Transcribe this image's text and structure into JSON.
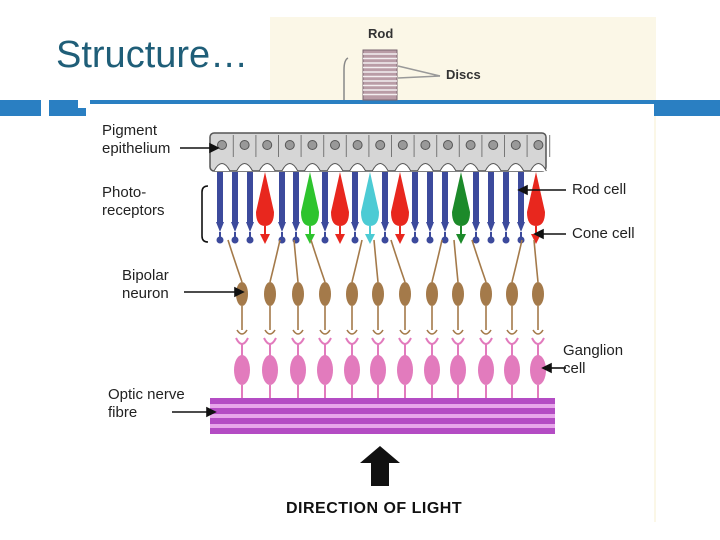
{
  "slide": {
    "title": "Structure…"
  },
  "diagram": {
    "inset": {
      "rod_label": "Rod",
      "discs_label": "Discs"
    },
    "labels": {
      "pigment_epithelium": "Pigment\nepithelium",
      "photoreceptors": "Photo-\nreceptors",
      "bipolar_neuron": "Bipolar\nneuron",
      "optic_nerve_fibre": "Optic nerve\nfibre",
      "rod_cell": "Rod cell",
      "cone_cell": "Cone cell",
      "ganglion_cell": "Ganglion\ncell",
      "direction_of_light": "DIRECTION OF LIGHT"
    },
    "colors": {
      "rod": "#3c4a9c",
      "cone_red": "#e8271e",
      "cone_green": "#2ec42e",
      "cone_dark_green": "#1c8a2a",
      "cone_cyan": "#4ccbd4",
      "bipolar": "#a47a4a",
      "ganglion": "#e27bbd",
      "nerve_fibre": "#b44cc4",
      "epithelium": "#d6d6d6",
      "accent_rule": "#2a7fc2",
      "title": "#1f5e78"
    }
  }
}
